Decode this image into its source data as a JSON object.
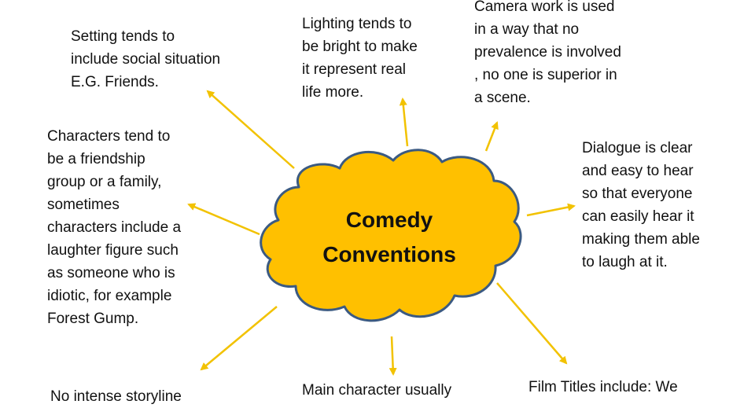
{
  "diagram": {
    "center": {
      "title": "Comedy\nConventions"
    },
    "notes": {
      "setting": "Setting tends to\ninclude social situation\nE.G. Friends.",
      "lighting": "Lighting tends to\nbe bright to make\nit represent real\nlife more.",
      "camera": "Camera work is used\nin a way that no\nprevalence is involved\n, no one is superior in\na scene.",
      "characters": "Characters tend to\nbe a friendship\ngroup or a family,\nsometimes\ncharacters include a\nlaughter figure such\nas someone who is\nidiotic, for example\nForest Gump.",
      "dialogue": "Dialogue is clear\nand easy to hear\nso that everyone\ncan easily hear it\nmaking them able\nto laugh at it.",
      "storyline": "No intense storyline",
      "main_character": "Main character usually",
      "film_titles": "Film Titles include: We"
    },
    "colors": {
      "cloud_fill": "#FFC000",
      "cloud_stroke": "#3B5A82",
      "arrow": "#F2C200",
      "text": "#111111"
    }
  }
}
